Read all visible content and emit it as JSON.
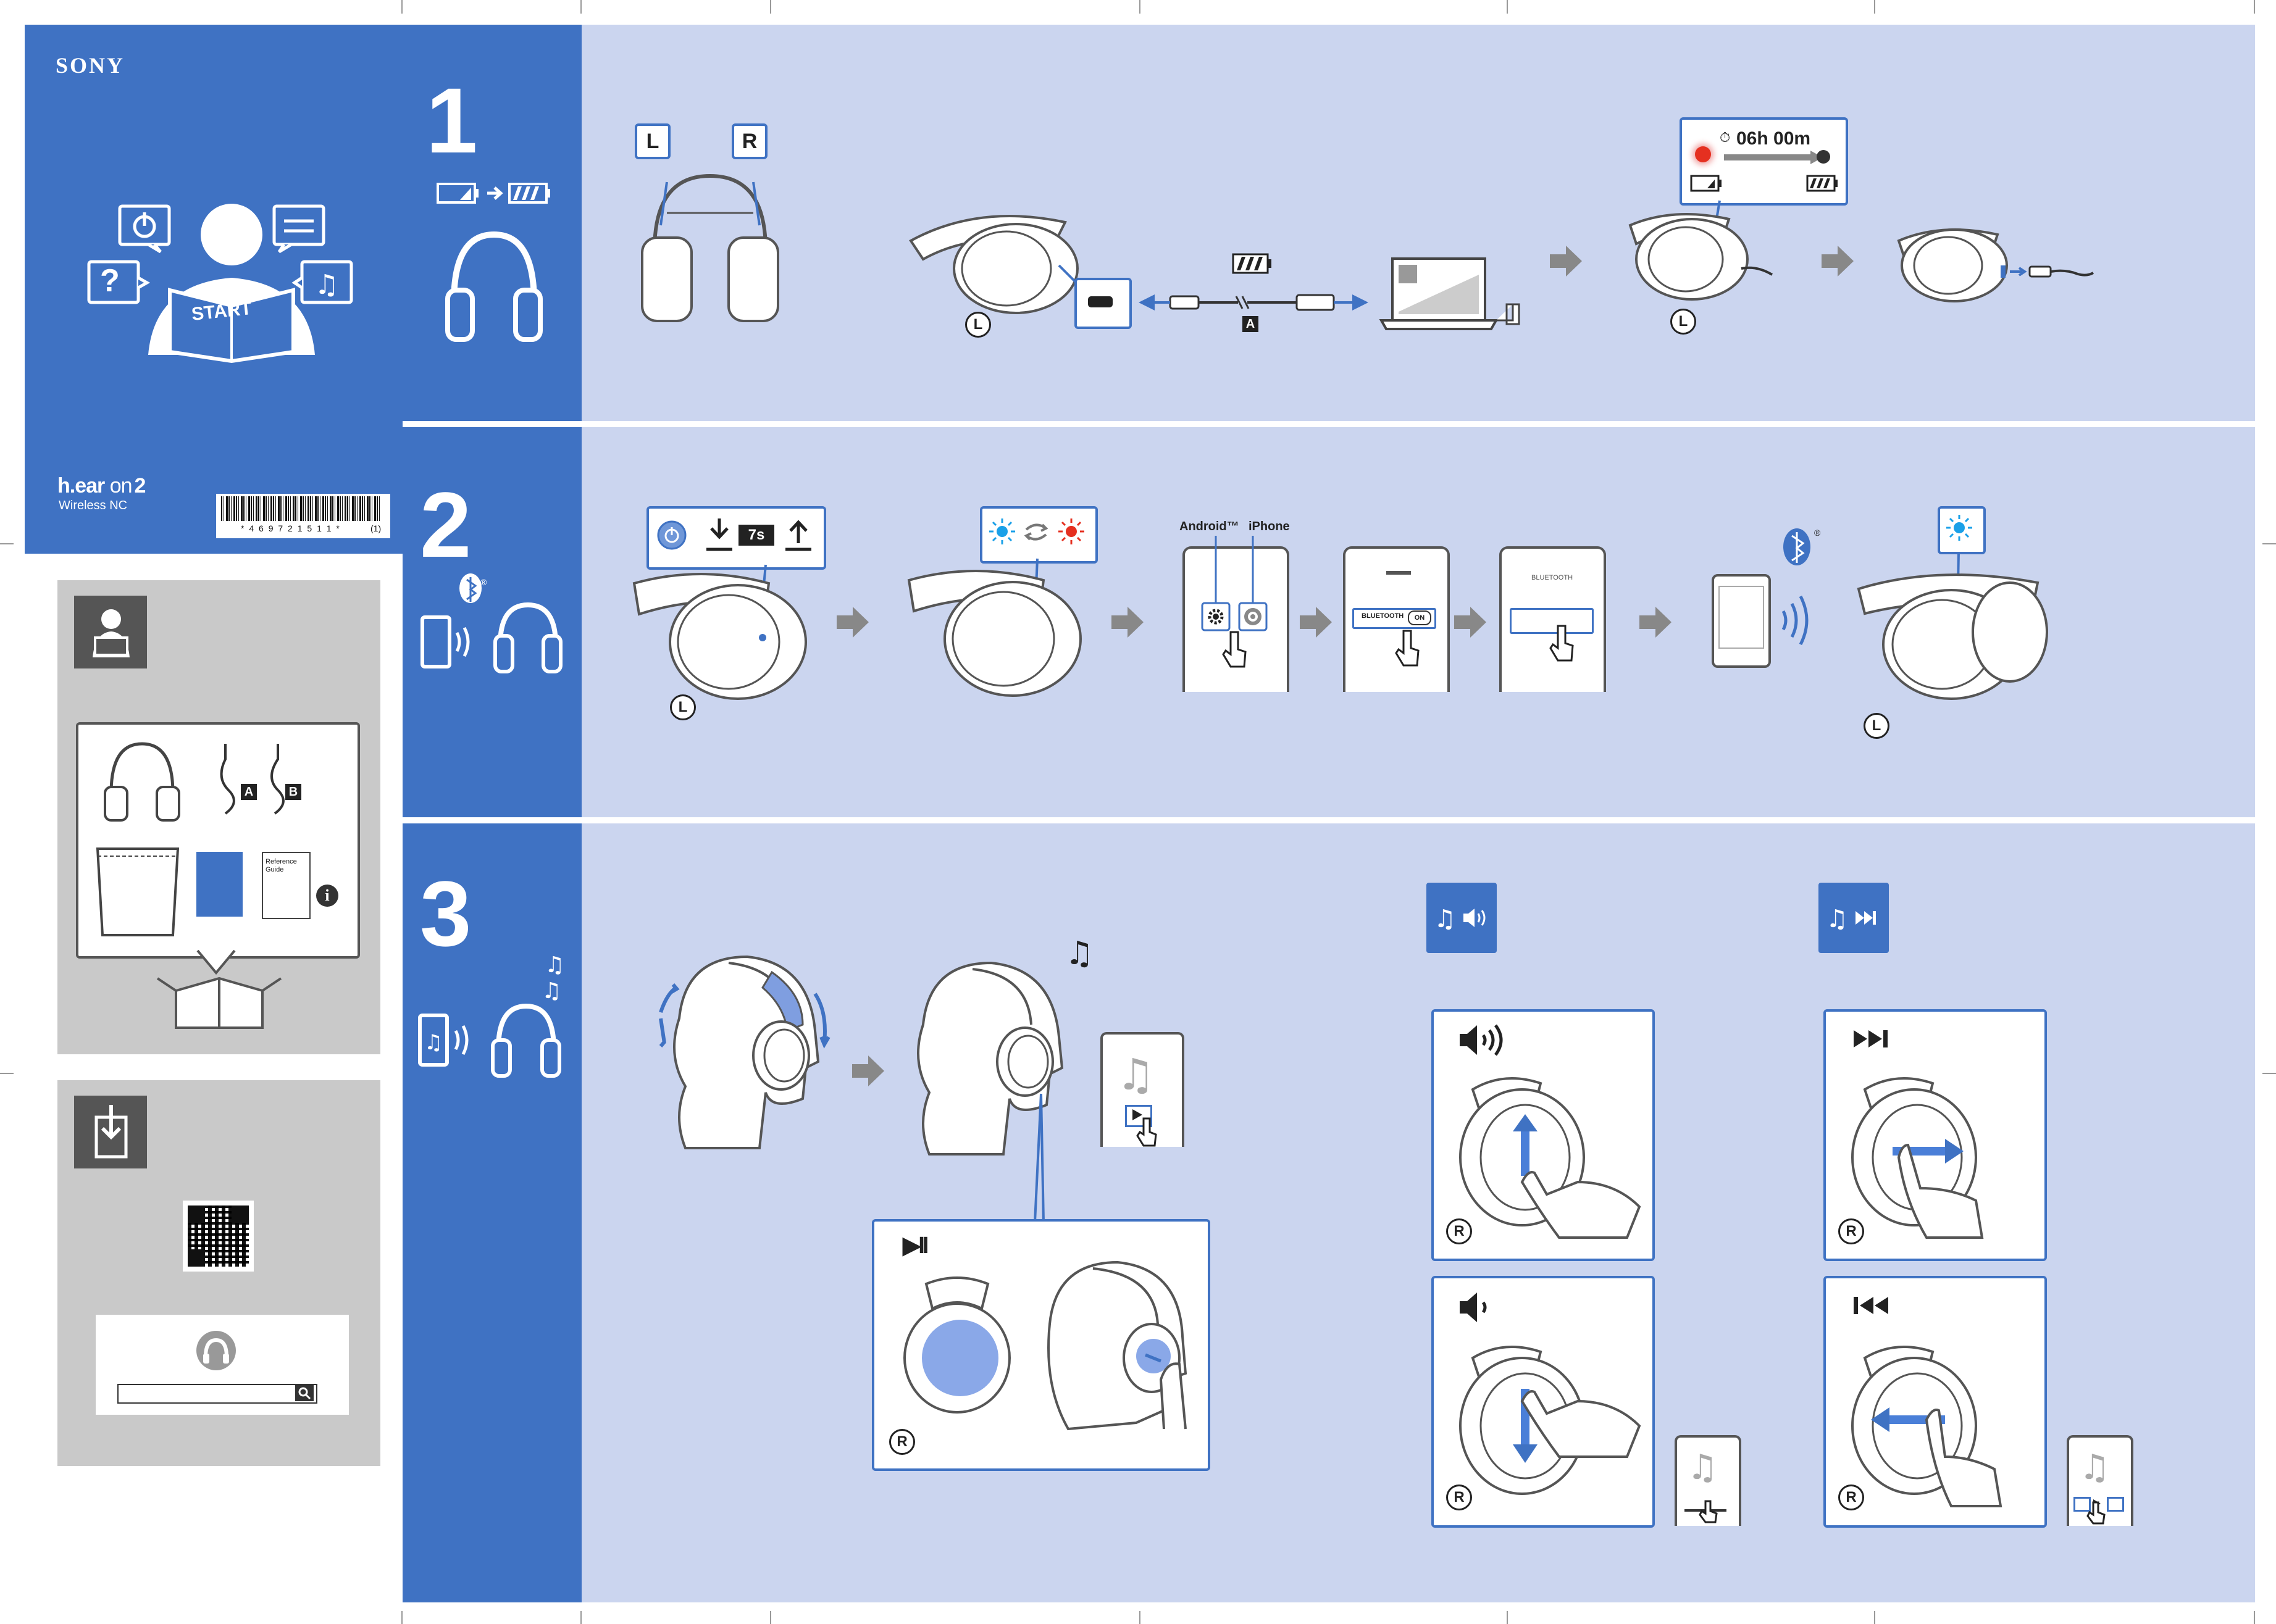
{
  "brand": {
    "name": "SONY"
  },
  "product": {
    "name_bold": "h.ear",
    "name_light": " on",
    "name_num": "2",
    "subtitle": "Wireless NC"
  },
  "barcode": {
    "number": "* 4 6 9 7 2 1 5 1 1 *",
    "suffix": "(1)"
  },
  "cover": {
    "start_label": "START",
    "question_mark": "?"
  },
  "steps": {
    "s1": "1",
    "s2": "2",
    "s3": "3"
  },
  "step1": {
    "left_label": "L",
    "right_label": "R",
    "cable_tag": "A",
    "charge_time": "06h 00m",
    "timer_prefix": "⏱"
  },
  "step2": {
    "hold_time": "7s",
    "android_label": "Android™",
    "iphone_label": "iPhone",
    "bluetooth_label": "BLUETOOTH",
    "toggle_label": "ON",
    "bluetooth_header": "BLUETOOTH",
    "left_label": "L",
    "registered": "®"
  },
  "step3": {
    "play_pause": "▶II",
    "right_label": "R"
  },
  "contents": {
    "cable_a": "A",
    "cable_b": "B",
    "reference_guide": "Reference Guide",
    "info_icon": "i"
  },
  "colors": {
    "blue": "#3f72c3",
    "lavender": "#cbd5ef",
    "gray_panel": "#c9c9c9",
    "led_blue": "#1aa0e8",
    "led_red": "#e53020"
  }
}
